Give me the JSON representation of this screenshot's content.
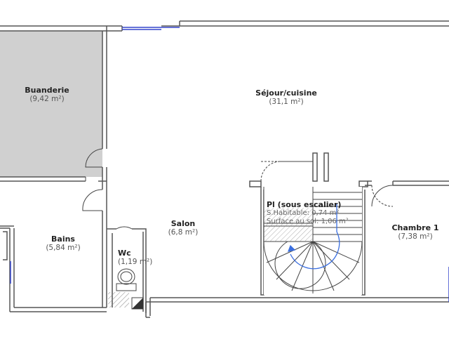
{
  "colors": {
    "wall": "#555555",
    "grey_room": "#d0d0d0",
    "window": "#3344cc",
    "arrow": "#3b6fe0",
    "hatch": "#888888"
  },
  "rooms": {
    "buanderie": {
      "name": "Buanderie",
      "area": "(9,42 m²)"
    },
    "sejour": {
      "name": "Séjour/cuisine",
      "area": "(31,1 m²)"
    },
    "salon": {
      "name": "Salon",
      "area": "(6,8 m²)"
    },
    "bains": {
      "name": "Bains",
      "area": "(5,84 m²)"
    },
    "wc": {
      "name": "Wc",
      "area": "(1,19 m²)"
    },
    "chambre1": {
      "name": "Chambre 1",
      "area": "(7,38 m²)"
    },
    "pl": {
      "name": "Pl (sous escalier)",
      "line1": "S.Habitable: 0,74 m²",
      "line2": "Surface au sol: 1,06 m²"
    }
  }
}
